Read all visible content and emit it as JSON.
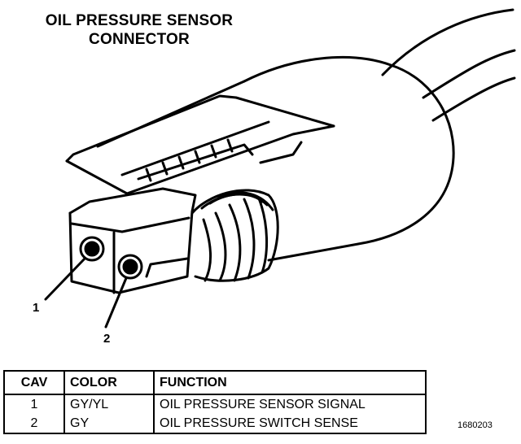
{
  "diagram": {
    "title_line1": "OIL PRESSURE SENSOR",
    "title_line2": "CONNECTOR",
    "callouts": [
      "1",
      "2"
    ],
    "figure_number": "1680203"
  },
  "table": {
    "headers": [
      "CAV",
      "COLOR",
      "FUNCTION"
    ],
    "rows": [
      {
        "cav": "1",
        "color": "GY/YL",
        "function": "OIL PRESSURE SENSOR SIGNAL"
      },
      {
        "cav": "2",
        "color": "GY",
        "function": "OIL PRESSURE SWITCH SENSE"
      }
    ]
  }
}
